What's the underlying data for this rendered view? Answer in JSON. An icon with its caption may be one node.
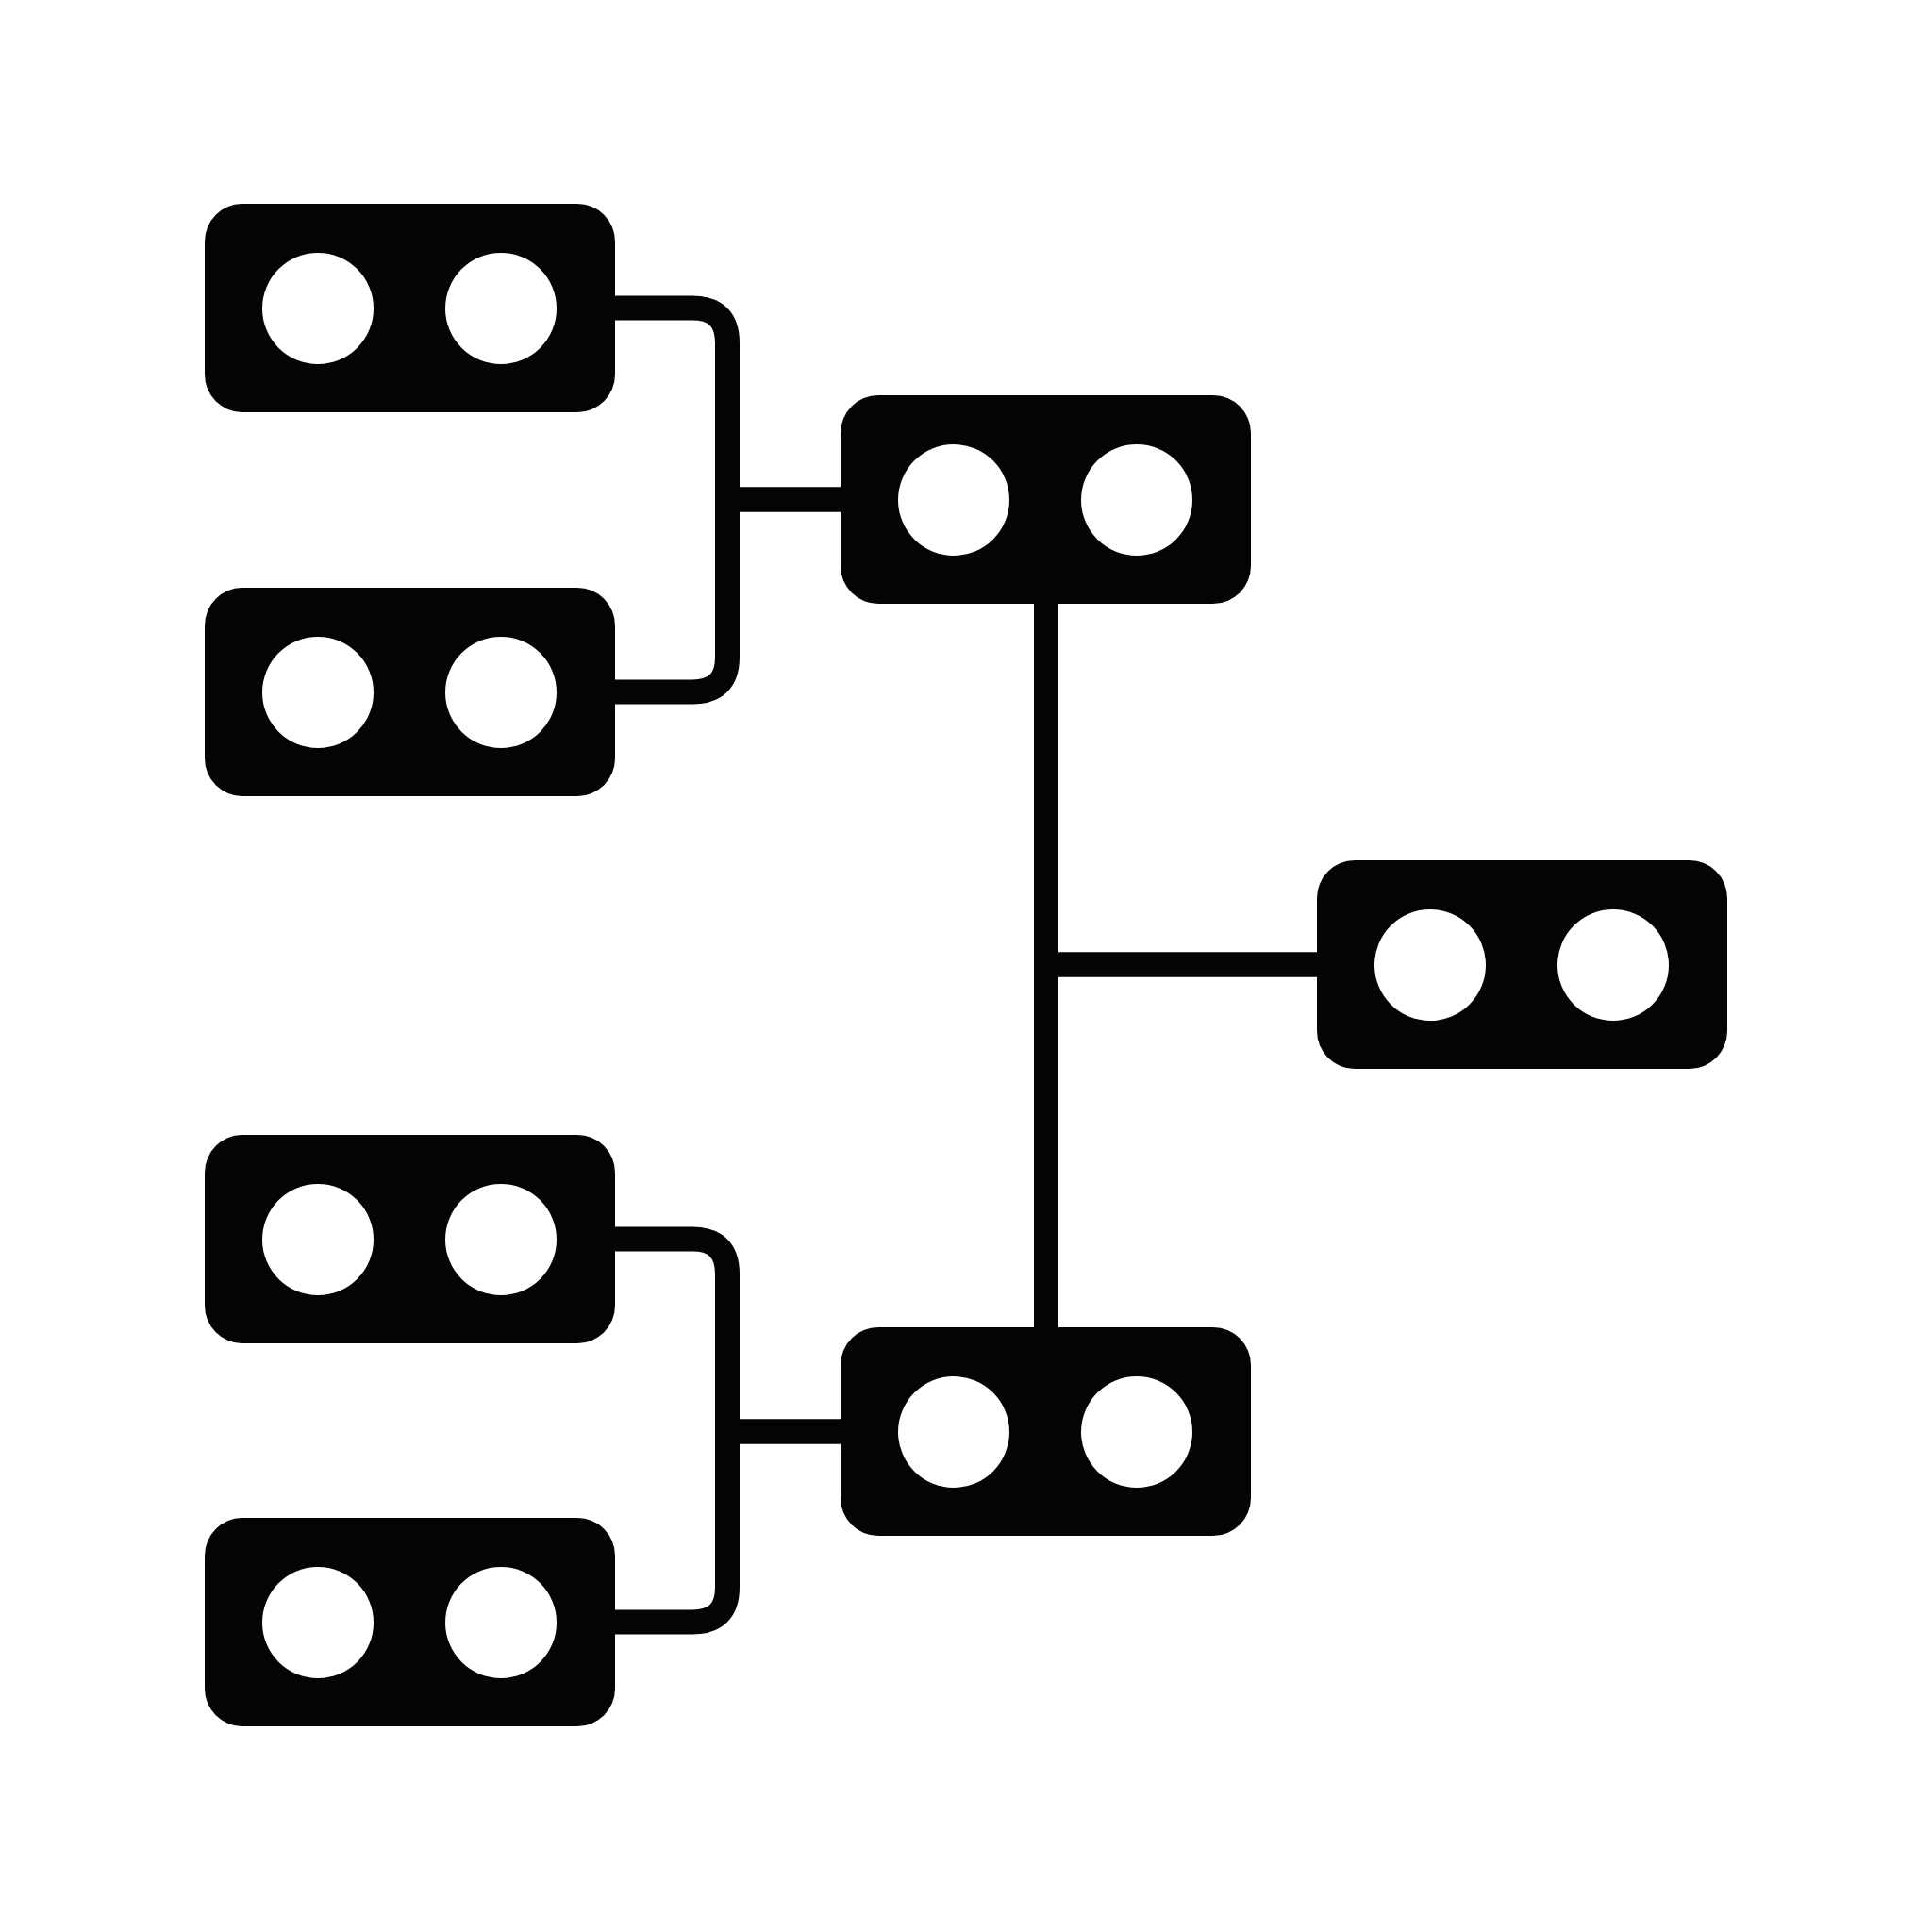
{
  "diagram": {
    "nodes": [
      {
        "text": [],
        "shape": "box"
      },
      {
        "text": [],
        "shape": "box"
      },
      {
        "text": [],
        "shape": "box"
      },
      {
        "text": [],
        "shape": "box"
      },
      {
        "text": [],
        "shape": "box"
      },
      {
        "text": [],
        "shape": "box"
      },
      {
        "text": [],
        "shape": "box"
      }
    ],
    "edges": [
      {
        "from": 0,
        "to": 1,
        "arrow": "none"
      },
      {
        "from": 2,
        "to": 1,
        "arrow": "none"
      },
      {
        "from": 3,
        "to": 1,
        "arrow": "none"
      },
      {
        "from": 3,
        "to": 5,
        "arrow": "none"
      },
      {
        "from": 4,
        "to": 5,
        "arrow": "none"
      },
      {
        "from": 6,
        "to": 5,
        "arrow": "none"
      }
    ]
  }
}
